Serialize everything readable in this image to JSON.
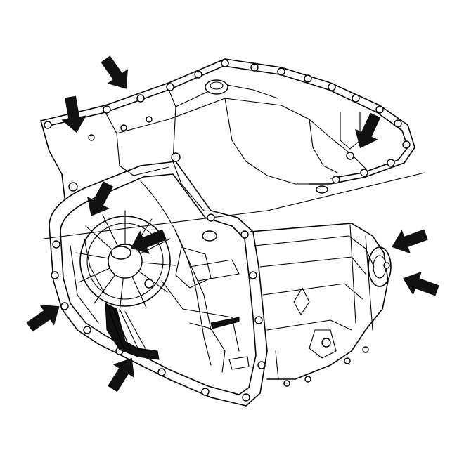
{
  "figure": {
    "type": "line-drawing",
    "subject": "transmission-case",
    "arrow_count": 9,
    "colors": {
      "ink": "#000000",
      "background": "#ffffff"
    }
  }
}
